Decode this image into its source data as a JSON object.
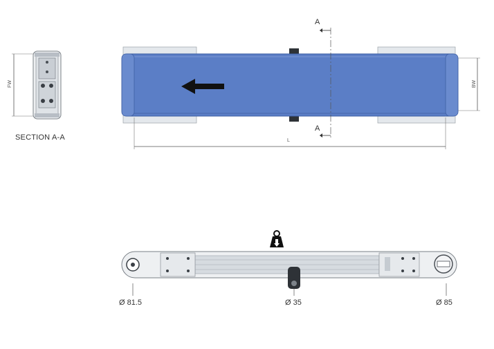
{
  "section_label": "SECTION A-A",
  "dims": {
    "fw": "FW",
    "bw": "BW",
    "length": "L",
    "section_marker": "A"
  },
  "diameters": {
    "left": "Ø 81.5",
    "middle": "Ø 35",
    "right": "Ø 85"
  },
  "colors": {
    "belt": "#5b7ec6",
    "belt_edge": "#3e5fa3",
    "frame": "#d9dee3",
    "frame_dark": "#8f969d",
    "arrow": "#111111"
  },
  "icons": {
    "direction": "arrow-left-icon",
    "weight": "weight-icon"
  }
}
